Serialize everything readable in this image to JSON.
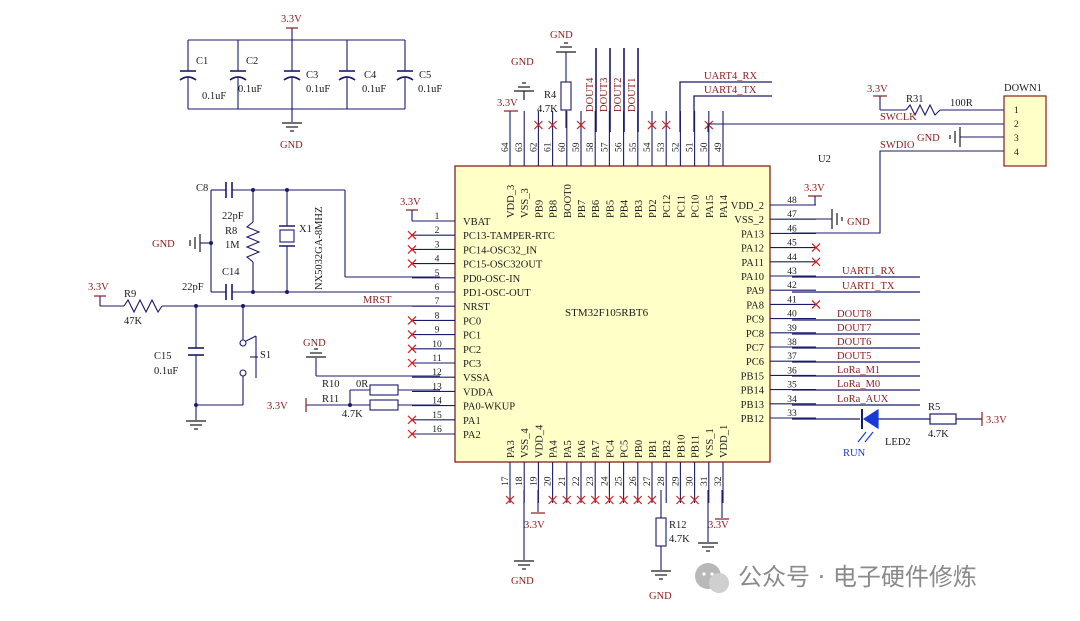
{
  "chip": {
    "ref": "U2",
    "part": "STM32F105RBT6",
    "left_pins": [
      {
        "num": "1",
        "name": "VBAT",
        "nc": false
      },
      {
        "num": "2",
        "name": "PC13-TAMPER-RTC",
        "nc": true
      },
      {
        "num": "3",
        "name": "PC14-OSC32_IN",
        "nc": true
      },
      {
        "num": "4",
        "name": "PC15-OSC32OUT",
        "nc": true
      },
      {
        "num": "5",
        "name": "PD0-OSC-IN",
        "nc": false
      },
      {
        "num": "6",
        "name": "PD1-OSC-OUT",
        "nc": false
      },
      {
        "num": "7",
        "name": "NRST",
        "nc": false
      },
      {
        "num": "8",
        "name": "PC0",
        "nc": true
      },
      {
        "num": "9",
        "name": "PC1",
        "nc": true
      },
      {
        "num": "10",
        "name": "PC2",
        "nc": true
      },
      {
        "num": "11",
        "name": "PC3",
        "nc": true
      },
      {
        "num": "12",
        "name": "VSSA",
        "nc": false
      },
      {
        "num": "13",
        "name": "VDDA",
        "nc": false
      },
      {
        "num": "14",
        "name": "PA0-WKUP",
        "nc": false
      },
      {
        "num": "15",
        "name": "PA1",
        "nc": true
      },
      {
        "num": "16",
        "name": "PA2",
        "nc": true
      }
    ],
    "right_pins": [
      {
        "num": "48",
        "name": "VDD_2",
        "nc": false
      },
      {
        "num": "47",
        "name": "VSS_2",
        "nc": false
      },
      {
        "num": "46",
        "name": "PA13",
        "nc": false
      },
      {
        "num": "45",
        "name": "PA12",
        "nc": true
      },
      {
        "num": "44",
        "name": "PA11",
        "nc": true
      },
      {
        "num": "43",
        "name": "PA10",
        "nc": false
      },
      {
        "num": "42",
        "name": "PA9",
        "nc": false
      },
      {
        "num": "41",
        "name": "PA8",
        "nc": true
      },
      {
        "num": "40",
        "name": "PC9",
        "nc": false
      },
      {
        "num": "39",
        "name": "PC8",
        "nc": false
      },
      {
        "num": "38",
        "name": "PC7",
        "nc": false
      },
      {
        "num": "37",
        "name": "PC6",
        "nc": false
      },
      {
        "num": "36",
        "name": "PB15",
        "nc": false
      },
      {
        "num": "35",
        "name": "PB14",
        "nc": false
      },
      {
        "num": "34",
        "name": "PB13",
        "nc": false
      },
      {
        "num": "33",
        "name": "PB12",
        "nc": false
      }
    ],
    "top_pins": [
      {
        "num": "64",
        "name": "VDD_3",
        "nc": false
      },
      {
        "num": "63",
        "name": "VSS_3",
        "nc": false
      },
      {
        "num": "62",
        "name": "PB9",
        "nc": true
      },
      {
        "num": "61",
        "name": "PB8",
        "nc": true
      },
      {
        "num": "60",
        "name": "BOOT0",
        "nc": false
      },
      {
        "num": "59",
        "name": "PB7",
        "nc": true
      },
      {
        "num": "58",
        "name": "PB6",
        "nc": false
      },
      {
        "num": "57",
        "name": "PB5",
        "nc": false
      },
      {
        "num": "56",
        "name": "PB4",
        "nc": false
      },
      {
        "num": "55",
        "name": "PB3",
        "nc": false
      },
      {
        "num": "54",
        "name": "PD2",
        "nc": true
      },
      {
        "num": "53",
        "name": "PC12",
        "nc": true
      },
      {
        "num": "52",
        "name": "PC11",
        "nc": false
      },
      {
        "num": "51",
        "name": "PC10",
        "nc": false
      },
      {
        "num": "50",
        "name": "PA15",
        "nc": true
      },
      {
        "num": "49",
        "name": "PA14",
        "nc": false
      }
    ],
    "bottom_pins": [
      {
        "num": "17",
        "name": "PA3",
        "nc": true
      },
      {
        "num": "18",
        "name": "VSS_4",
        "nc": false
      },
      {
        "num": "19",
        "name": "VDD_4",
        "nc": false
      },
      {
        "num": "20",
        "name": "PA4",
        "nc": true
      },
      {
        "num": "21",
        "name": "PA5",
        "nc": true
      },
      {
        "num": "22",
        "name": "PA6",
        "nc": true
      },
      {
        "num": "23",
        "name": "PA7",
        "nc": true
      },
      {
        "num": "24",
        "name": "PC4",
        "nc": true
      },
      {
        "num": "25",
        "name": "PC5",
        "nc": true
      },
      {
        "num": "26",
        "name": "PB0",
        "nc": true
      },
      {
        "num": "27",
        "name": "PB1",
        "nc": true
      },
      {
        "num": "28",
        "name": "PB2",
        "nc": false
      },
      {
        "num": "29",
        "name": "PB10",
        "nc": true
      },
      {
        "num": "30",
        "name": "PB11",
        "nc": true
      },
      {
        "num": "31",
        "name": "VSS_1",
        "nc": false
      },
      {
        "num": "32",
        "name": "VDD_1",
        "nc": false
      }
    ]
  },
  "power": {
    "v33": "3.3V",
    "gnd": "GND"
  },
  "decoupling": [
    {
      "ref": "C1",
      "value": "0.1uF"
    },
    {
      "ref": "C2",
      "value": "0.1uF"
    },
    {
      "ref": "C3",
      "value": "0.1uF"
    },
    {
      "ref": "C4",
      "value": "0.1uF"
    },
    {
      "ref": "C5",
      "value": "0.1uF"
    }
  ],
  "crystal": {
    "c8_ref": "C8",
    "c8_value": "22pF",
    "c14_ref": "C14",
    "c14_value": "22pF",
    "r8_ref": "R8",
    "r8_value": "1M",
    "x1_ref": "X1",
    "x1_part": "NX5032GA-8MHZ"
  },
  "reset": {
    "r9_ref": "R9",
    "r9_value": "47K",
    "c15_ref": "C15",
    "c15_value": "0.1uF",
    "s1_ref": "S1",
    "net": "MRST"
  },
  "analog": {
    "r10_ref": "R10",
    "r10_value": "0R",
    "r11_ref": "R11",
    "r11_value": "4.7K"
  },
  "boot": {
    "r4_ref": "R4",
    "r4_value": "4.7K"
  },
  "pb2": {
    "r12_ref": "R12",
    "r12_value": "4.7K"
  },
  "led": {
    "r5_ref": "R5",
    "r5_value": "4.7K",
    "led_ref": "LED2",
    "label": "RUN"
  },
  "debug": {
    "r31_ref": "R31",
    "r31_value": "100R",
    "conn_ref": "DOWN1",
    "conn_pins": [
      "1",
      "2",
      "3",
      "4"
    ],
    "swclk": "SWCLK",
    "swdio": "SWDIO"
  },
  "nets": {
    "top": [
      "DOUT4",
      "DOUT3",
      "DOUT2",
      "DOUT1"
    ],
    "uart4_rx": "UART4_RX",
    "uart4_tx": "UART4_TX",
    "uart1_rx": "UART1_RX",
    "uart1_tx": "UART1_TX",
    "right": [
      "DOUT8",
      "DOUT7",
      "DOUT6",
      "DOUT5",
      "LoRa_M1",
      "LoRa_M0",
      "LoRa_AUX"
    ]
  },
  "watermark": "公众号 · 电子硬件修炼"
}
